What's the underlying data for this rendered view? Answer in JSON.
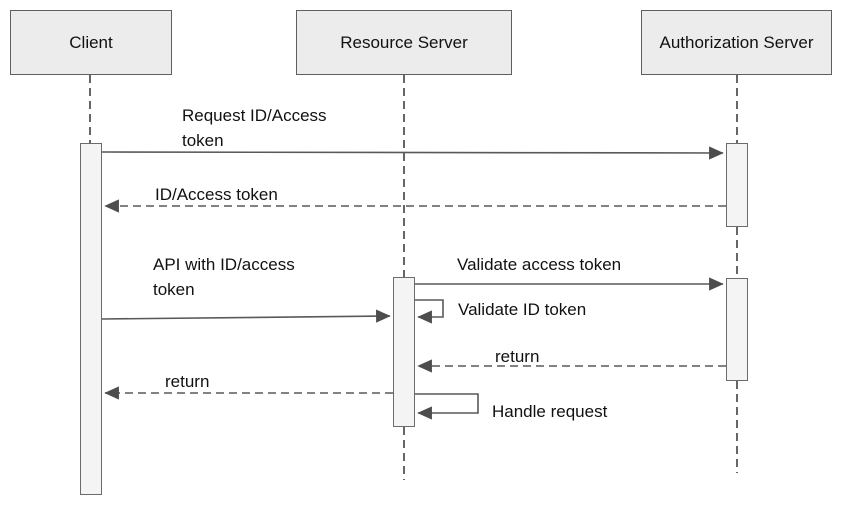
{
  "diagram": {
    "type": "uml-sequence",
    "background": "#ffffff",
    "colors": {
      "actor_fill": "#ececec",
      "actor_border": "#5f5f5f",
      "activation_fill": "#f4f4f4",
      "activation_border": "#6b6b6b",
      "line": "#595959",
      "arrowhead": "#4d4d4d",
      "text": "#111111"
    },
    "actors": [
      {
        "label": "Client"
      },
      {
        "label": "Resource Server"
      },
      {
        "label": "Authorization Server"
      }
    ],
    "messages": [
      {
        "label": "Request ID/Access token",
        "from": "Client",
        "to": "Authorization Server",
        "style": "solid"
      },
      {
        "label": "ID/Access token",
        "from": "Authorization Server",
        "to": "Client",
        "style": "dashed-return"
      },
      {
        "label": "API with ID/access token",
        "from": "Client",
        "to": "Resource Server",
        "style": "solid"
      },
      {
        "label": "Validate access token",
        "from": "Resource Server",
        "to": "Authorization Server",
        "style": "solid"
      },
      {
        "label": "Validate ID token",
        "from": "Resource Server",
        "to": "Resource Server",
        "style": "self-call"
      },
      {
        "label": "return",
        "from": "Authorization Server",
        "to": "Resource Server",
        "style": "dashed-return"
      },
      {
        "label": "return",
        "from": "Resource Server",
        "to": "Client",
        "style": "dashed-return"
      },
      {
        "label": "Handle request",
        "from": "Resource Server",
        "to": "Resource Server",
        "style": "self-call"
      }
    ]
  }
}
